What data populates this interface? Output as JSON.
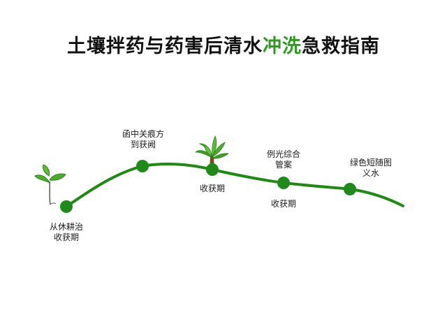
{
  "title": {
    "before": "土壤拌药与药害后清水",
    "highlight": "冲洗",
    "after": "急救指南"
  },
  "stages": [
    {
      "id": "stage-1",
      "label_lines": [
        "从休耕治",
        "收获期"
      ]
    },
    {
      "id": "stage-2",
      "label_lines": [
        "函中关痕方",
        "到获阙"
      ]
    },
    {
      "id": "stage-3",
      "label_lines": [
        "收获期"
      ]
    },
    {
      "id": "stage-4",
      "label_lines": [
        "例光综合",
        "管案"
      ]
    },
    {
      "id": "stage-4b",
      "label_lines": [
        "收获期"
      ]
    },
    {
      "id": "stage-5",
      "label_lines": [
        "绿色短随图",
        "义水"
      ]
    }
  ],
  "colors": {
    "curve": "#1d8a12",
    "node": "#1f8a1a",
    "leaf": "#4caf2a",
    "leaf_dark": "#2e7d1a",
    "trunk": "#7a4a22",
    "highlight": "#2f9a1f"
  },
  "icons": [
    "seedling-icon",
    "tree-icon"
  ]
}
